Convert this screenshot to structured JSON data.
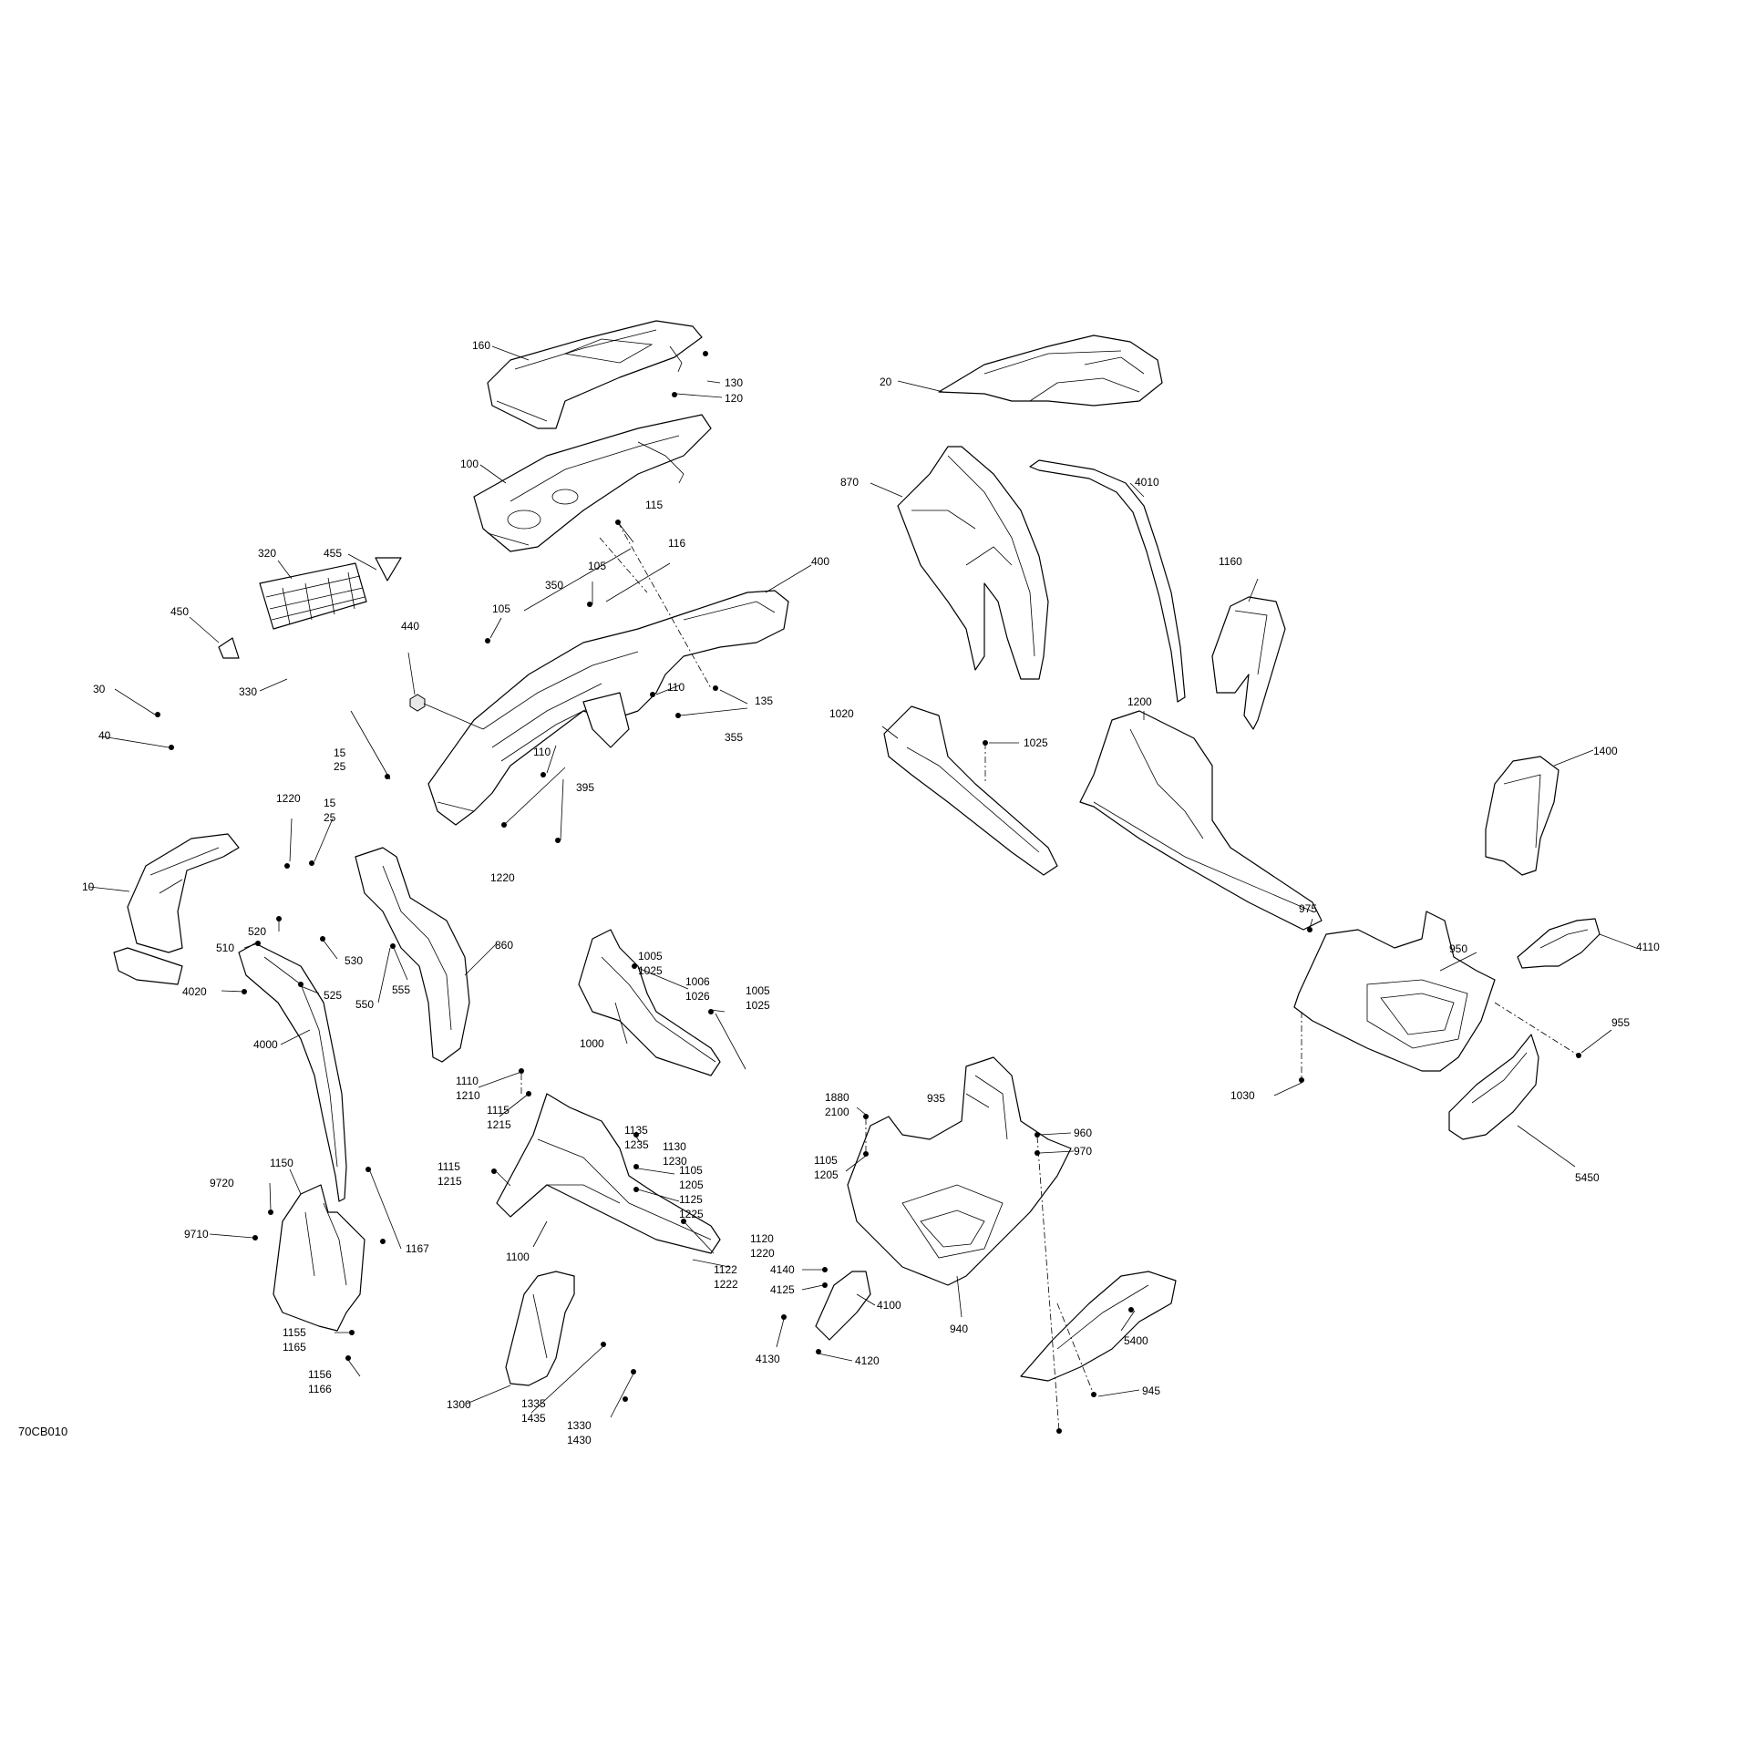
{
  "diagram_code": "70CB010",
  "callouts": [
    {
      "text": "160"
    },
    {
      "text": "130"
    },
    {
      "text": "120"
    },
    {
      "text": "100"
    },
    {
      "text": "20"
    },
    {
      "text": "870"
    },
    {
      "text": "4010"
    },
    {
      "text": "455"
    },
    {
      "text": "320"
    },
    {
      "text": "450"
    },
    {
      "text": "330"
    },
    {
      "text": "440"
    },
    {
      "text": "105"
    },
    {
      "text": "350"
    },
    {
      "text": "105"
    },
    {
      "text": "115"
    },
    {
      "text": "116"
    },
    {
      "text": "400"
    },
    {
      "text": "110"
    },
    {
      "text": "135"
    },
    {
      "text": "355"
    },
    {
      "text": "110"
    },
    {
      "text": "15"
    },
    {
      "text": "25"
    },
    {
      "text": "395"
    },
    {
      "text": "1220"
    },
    {
      "text": "30"
    },
    {
      "text": "40"
    },
    {
      "text": "10"
    },
    {
      "text": "1220"
    },
    {
      "text": "15"
    },
    {
      "text": "25"
    },
    {
      "text": "520"
    },
    {
      "text": "510"
    },
    {
      "text": "530"
    },
    {
      "text": "525"
    },
    {
      "text": "860"
    },
    {
      "text": "550"
    },
    {
      "text": "555"
    },
    {
      "text": "4020"
    },
    {
      "text": "4000"
    },
    {
      "text": "1160"
    },
    {
      "text": "1020"
    },
    {
      "text": "1025"
    },
    {
      "text": "1200"
    },
    {
      "text": "1400"
    },
    {
      "text": "975"
    },
    {
      "text": "950"
    },
    {
      "text": "4110"
    },
    {
      "text": "955"
    },
    {
      "text": "1030"
    },
    {
      "text": "5450"
    },
    {
      "text": "1005"
    },
    {
      "text": "1025"
    },
    {
      "text": "1006"
    },
    {
      "text": "1026"
    },
    {
      "text": "1005"
    },
    {
      "text": "1025"
    },
    {
      "text": "1000"
    },
    {
      "text": "1110"
    },
    {
      "text": "1210"
    },
    {
      "text": "1115"
    },
    {
      "text": "1215"
    },
    {
      "text": "1135"
    },
    {
      "text": "1235"
    },
    {
      "text": "1130"
    },
    {
      "text": "1230"
    },
    {
      "text": "1115"
    },
    {
      "text": "1215"
    },
    {
      "text": "1105"
    },
    {
      "text": "1205"
    },
    {
      "text": "1125"
    },
    {
      "text": "1225"
    },
    {
      "text": "1120"
    },
    {
      "text": "1220"
    },
    {
      "text": "1122"
    },
    {
      "text": "1222"
    },
    {
      "text": "1100"
    },
    {
      "text": "1880"
    },
    {
      "text": "2100"
    },
    {
      "text": "935"
    },
    {
      "text": "960"
    },
    {
      "text": "970"
    },
    {
      "text": "1105"
    },
    {
      "text": "1205"
    },
    {
      "text": "1150"
    },
    {
      "text": "9720"
    },
    {
      "text": "9710"
    },
    {
      "text": "1167"
    },
    {
      "text": "1155"
    },
    {
      "text": "1165"
    },
    {
      "text": "1156"
    },
    {
      "text": "1166"
    },
    {
      "text": "1300"
    },
    {
      "text": "1335"
    },
    {
      "text": "1435"
    },
    {
      "text": "1330"
    },
    {
      "text": "1430"
    },
    {
      "text": "4140"
    },
    {
      "text": "4125"
    },
    {
      "text": "4100"
    },
    {
      "text": "4130"
    },
    {
      "text": "4120"
    },
    {
      "text": "940"
    },
    {
      "text": "5400"
    },
    {
      "text": "945"
    }
  ]
}
